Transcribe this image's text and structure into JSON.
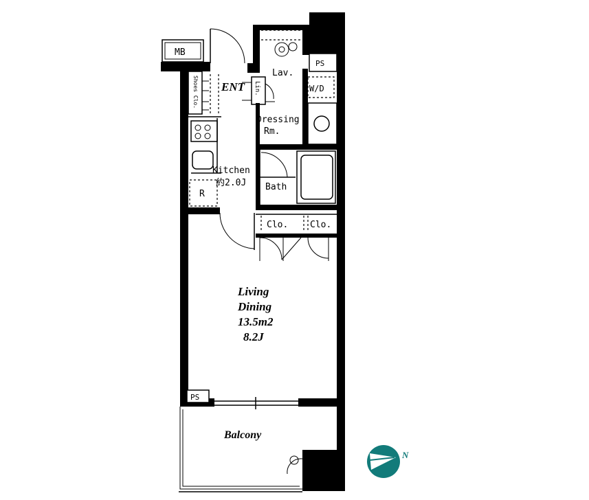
{
  "labels": {
    "mb": "MB",
    "ps_top": "PS",
    "ps_bottom": "PS",
    "shoes_closet": "Shoes Clo.",
    "ent": "ENT",
    "linen": "Lin.",
    "lav": "Lav.",
    "wd": "W/D",
    "dressing_line1": "Dressing",
    "dressing_line2": "Rm.",
    "kitchen_line1": "Kitchen",
    "kitchen_line2": "約2.0J",
    "fridge": "R",
    "bath": "Bath",
    "closet_left": "Clo.",
    "closet_right": "Clo.",
    "living_line1": "Living",
    "living_line2": "Dining",
    "living_area_m2": "13.5m2",
    "living_area_j": "8.2J",
    "balcony": "Balcony",
    "north": "N"
  },
  "colors": {
    "wall": "#000000",
    "compass": "#127b7a",
    "background": "#ffffff"
  },
  "icons": {
    "compass": "north-compass-icon"
  }
}
